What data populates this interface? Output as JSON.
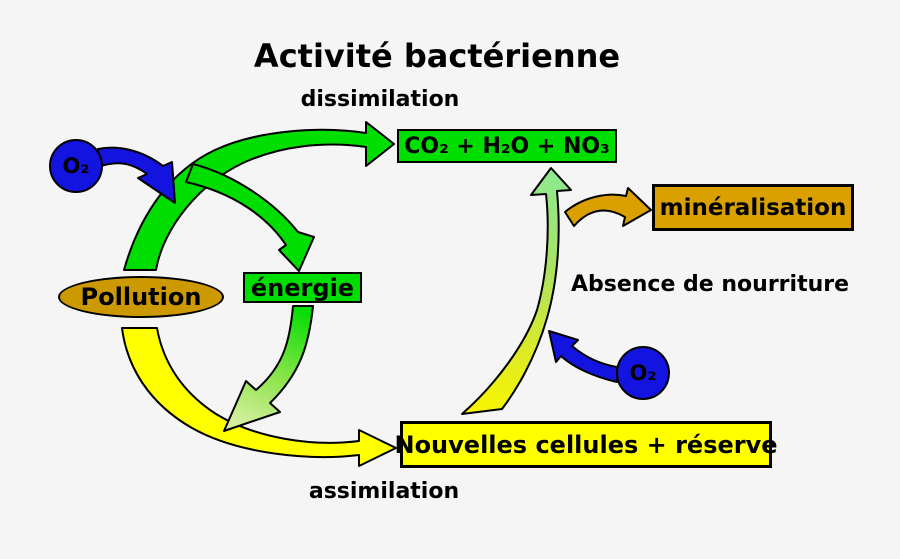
{
  "title": "Activité bactérienne",
  "labels": {
    "dissimilation": "dissimilation",
    "assimilation": "assimilation",
    "absence_de_nourriture": "Absence de nourriture"
  },
  "nodes": {
    "o2_top": "O₂",
    "o2_bottom": "O₂",
    "pollution": "Pollution",
    "energie": "énergie",
    "products": "CO₂ + H₂O + NO₃",
    "mineralisation": "minéralisation",
    "nouvelles_cellules": "Nouvelles cellules + réserve"
  },
  "edges": [
    {
      "name": "dissimilation-arrow-main",
      "from": "Pollution",
      "to": "CO₂ + H₂O + NO₃",
      "color": "#00dd00"
    },
    {
      "name": "energie-branch-arrow",
      "from": "dissimilation path",
      "to": "énergie",
      "color": "#00dd00"
    },
    {
      "name": "o2-top-arrow",
      "from": "O₂",
      "to": "dissimilation path",
      "color": "#1414e0"
    },
    {
      "name": "assimilation-arrow",
      "from": "Pollution",
      "to": "Nouvelles cellules + réserve",
      "color": "#ffff00"
    },
    {
      "name": "energie-to-assimilation-arrow",
      "from": "énergie",
      "to": "assimilation path",
      "color": "#00dd00 → #d6efa0"
    },
    {
      "name": "reserve-consumption-arrow",
      "from": "Nouvelles cellules + réserve",
      "to": "CO₂ + H₂O + NO₃",
      "color": "#f8f600 → #8fe98f"
    },
    {
      "name": "mineralisation-arrow",
      "from": "reserve-consumption path",
      "to": "minéralisation",
      "color": "#d9a000"
    },
    {
      "name": "o2-bottom-arrow",
      "from": "O₂",
      "to": "reserve-consumption path",
      "color": "#1414e0"
    }
  ],
  "colors": {
    "background": "#f5f5f5",
    "green": "#00dd00",
    "blue": "#1414e0",
    "gold": "#cc9900",
    "gold_light": "#d9a000",
    "yellow": "#ffff00",
    "pale_green": "#8fe98f",
    "outline": "#000000"
  }
}
